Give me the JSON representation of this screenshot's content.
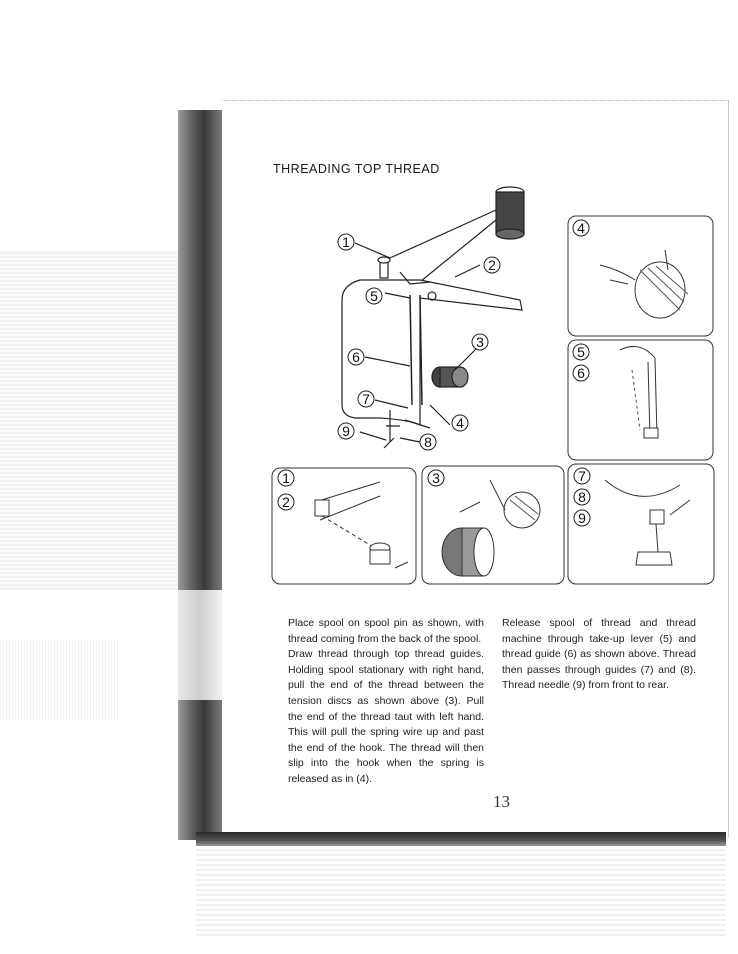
{
  "heading": "THREADING TOP THREAD",
  "figure": {
    "callouts_main": [
      "1",
      "2",
      "3",
      "4",
      "5",
      "6",
      "7",
      "8",
      "9"
    ],
    "detail_panels": [
      {
        "labels": [
          "4"
        ]
      },
      {
        "labels": [
          "5",
          "6"
        ]
      },
      {
        "labels": [
          "1",
          "2"
        ]
      },
      {
        "labels": [
          "3"
        ]
      },
      {
        "labels": [
          "7",
          "8",
          "9"
        ]
      }
    ]
  },
  "text": {
    "left_paragraphs": [
      "Place spool on spool pin as shown, with thread coming from the back of the spool.",
      "Draw thread through top thread guides. Holding spool stationary with right hand, pull the end of the thread between the tension discs as shown above (3). Pull the end of the thread taut with left hand. This will pull the spring wire up and past the end of the hook. The thread will then slip into the hook when the spring is released as in (4)."
    ],
    "right_paragraphs": [
      "Release spool of thread and thread machine through take-up lever (5) and thread guide (6) as shown above. Thread then passes through guides (7) and (8). Thread needle (9) from front to rear."
    ]
  },
  "page_number": "13"
}
